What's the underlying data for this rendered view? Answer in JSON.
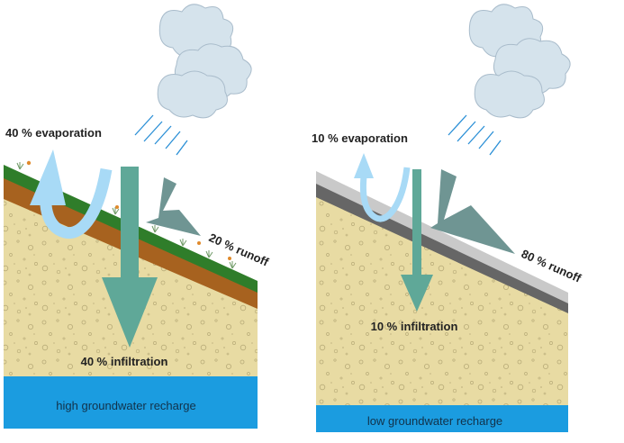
{
  "left": {
    "evaporation_label": "40 % evaporation",
    "runoff_label": "20 % runoff",
    "infiltration_label": "40 % infiltration",
    "groundwater_label": "high groundwater recharge"
  },
  "right": {
    "evaporation_label": "10 % evaporation",
    "runoff_label": "80 % runoff",
    "infiltration_label": "10 % infiltration",
    "groundwater_label": "low groundwater recharge"
  },
  "colors": {
    "soil": "#e8dba3",
    "water": "#1b9ce0",
    "grass": "#2f7d2a",
    "topsoil": "#a7621f",
    "asphalt_top": "#c9c9c9",
    "asphalt_base": "#666666",
    "evaporation_arrow": "#a8daf6",
    "infiltration_arrow": "#5fa898",
    "runoff_arrow": "#6f9593",
    "cloud": "#d5e3ec",
    "rain": "#2a8fd6"
  },
  "icons": {
    "cloud": "cloud-icon",
    "rain": "rain-icon",
    "plant": "plant-icon"
  }
}
